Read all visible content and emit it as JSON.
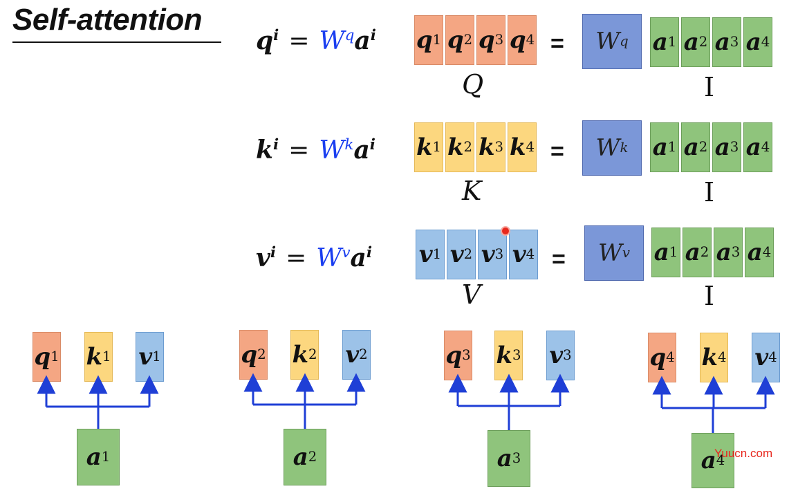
{
  "title": "Self-attention",
  "equations": [
    {
      "lhs": "q",
      "lhs_sup": "i",
      "eq": "=",
      "w": "W",
      "w_sup": "q",
      "rhs": "a",
      "rhs_sup": "i"
    },
    {
      "lhs": "k",
      "lhs_sup": "i",
      "eq": "=",
      "w": "W",
      "w_sup": "k",
      "rhs": "a",
      "rhs_sup": "i"
    },
    {
      "lhs": "v",
      "lhs_sup": "i",
      "eq": "=",
      "w": "W",
      "w_sup": "v",
      "rhs": "a",
      "rhs_sup": "i"
    }
  ],
  "rows": [
    {
      "vectors": [
        {
          "var": "q",
          "sup": "1"
        },
        {
          "var": "q",
          "sup": "2"
        },
        {
          "var": "q",
          "sup": "3"
        },
        {
          "var": "q",
          "sup": "4"
        }
      ],
      "matrix_label": "Q",
      "equals": "=",
      "weight": {
        "var": "W",
        "sup": "q"
      },
      "inputs": [
        {
          "var": "a",
          "sup": "1"
        },
        {
          "var": "a",
          "sup": "2"
        },
        {
          "var": "a",
          "sup": "3"
        },
        {
          "var": "a",
          "sup": "4"
        }
      ],
      "input_label": "I"
    },
    {
      "vectors": [
        {
          "var": "k",
          "sup": "1"
        },
        {
          "var": "k",
          "sup": "2"
        },
        {
          "var": "k",
          "sup": "3"
        },
        {
          "var": "k",
          "sup": "4"
        }
      ],
      "matrix_label": "K",
      "equals": "=",
      "weight": {
        "var": "W",
        "sup": "k"
      },
      "inputs": [
        {
          "var": "a",
          "sup": "1"
        },
        {
          "var": "a",
          "sup": "2"
        },
        {
          "var": "a",
          "sup": "3"
        },
        {
          "var": "a",
          "sup": "4"
        }
      ],
      "input_label": "I"
    },
    {
      "vectors": [
        {
          "var": "v",
          "sup": "1"
        },
        {
          "var": "v",
          "sup": "2"
        },
        {
          "var": "v",
          "sup": "3"
        },
        {
          "var": "v",
          "sup": "4"
        }
      ],
      "matrix_label": "V",
      "equals": "=",
      "weight": {
        "var": "W",
        "sup": "v"
      },
      "inputs": [
        {
          "var": "a",
          "sup": "1"
        },
        {
          "var": "a",
          "sup": "2"
        },
        {
          "var": "a",
          "sup": "3"
        },
        {
          "var": "a",
          "sup": "4"
        }
      ],
      "input_label": "I"
    }
  ],
  "groups": [
    {
      "q": {
        "var": "q",
        "sup": "1"
      },
      "k": {
        "var": "k",
        "sup": "1"
      },
      "v": {
        "var": "v",
        "sup": "1"
      },
      "a": {
        "var": "a",
        "sup": "1"
      }
    },
    {
      "q": {
        "var": "q",
        "sup": "2"
      },
      "k": {
        "var": "k",
        "sup": "2"
      },
      "v": {
        "var": "v",
        "sup": "2"
      },
      "a": {
        "var": "a",
        "sup": "2"
      }
    },
    {
      "q": {
        "var": "q",
        "sup": "3"
      },
      "k": {
        "var": "k",
        "sup": "3"
      },
      "v": {
        "var": "v",
        "sup": "3"
      },
      "a": {
        "var": "a",
        "sup": "3"
      }
    },
    {
      "q": {
        "var": "q",
        "sup": "4"
      },
      "k": {
        "var": "k",
        "sup": "4"
      },
      "v": {
        "var": "v",
        "sup": "4"
      },
      "a": {
        "var": "a",
        "sup": "4"
      }
    }
  ],
  "watermark": "Yuucn.com",
  "colors": {
    "query": "#f4a683",
    "key": "#fcd77f",
    "value": "#9cc2e8",
    "input": "#8fc47c",
    "weight": "#7b97d8",
    "weight_text": "#1a3ef0",
    "arrow": "#1f3fd6",
    "pointer": "#e8281e"
  }
}
